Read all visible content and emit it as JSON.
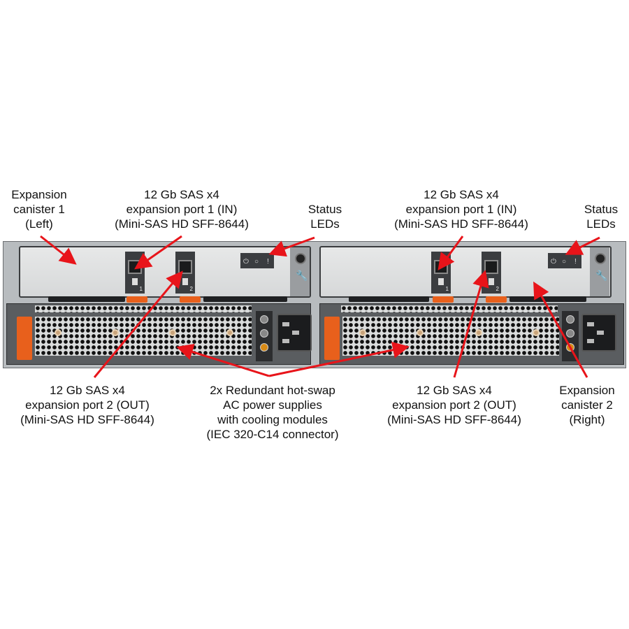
{
  "diagram": {
    "subject": "Storage expansion enclosure rear view",
    "arrow_color": "#e8141a",
    "labels": {
      "canister1": [
        "Expansion",
        "canister 1",
        "(Left)"
      ],
      "port1_left": [
        "12 Gb SAS x4",
        "expansion port 1 (IN)",
        "(Mini-SAS HD SFF-8644)"
      ],
      "status_left": [
        "Status",
        "LEDs"
      ],
      "port1_right": [
        "12 Gb SAS x4",
        "expansion port 1 (IN)",
        "(Mini-SAS HD SFF-8644)"
      ],
      "status_right": [
        "Status",
        "LEDs"
      ],
      "port2_left": [
        "12 Gb SAS x4",
        "expansion port 2 (OUT)",
        "(Mini-SAS HD SFF-8644)"
      ],
      "psu": [
        "2x Redundant hot-swap",
        "AC power supplies",
        "with cooling modules",
        "(IEC 320-C14 connector)"
      ],
      "port2_right": [
        "12 Gb SAS x4",
        "expansion port 2 (OUT)",
        "(Mini-SAS HD SFF-8644)"
      ],
      "canister2": [
        "Expansion",
        "canister 2",
        "(Right)"
      ]
    },
    "hardware": {
      "canisters": [
        {
          "name": "Expansion canister 1",
          "ports": [
            "1",
            "2"
          ]
        },
        {
          "name": "Expansion canister 2",
          "ports": [
            "1",
            "2"
          ]
        }
      ],
      "power_supplies": 2,
      "connector": "IEC 320-C14"
    }
  }
}
